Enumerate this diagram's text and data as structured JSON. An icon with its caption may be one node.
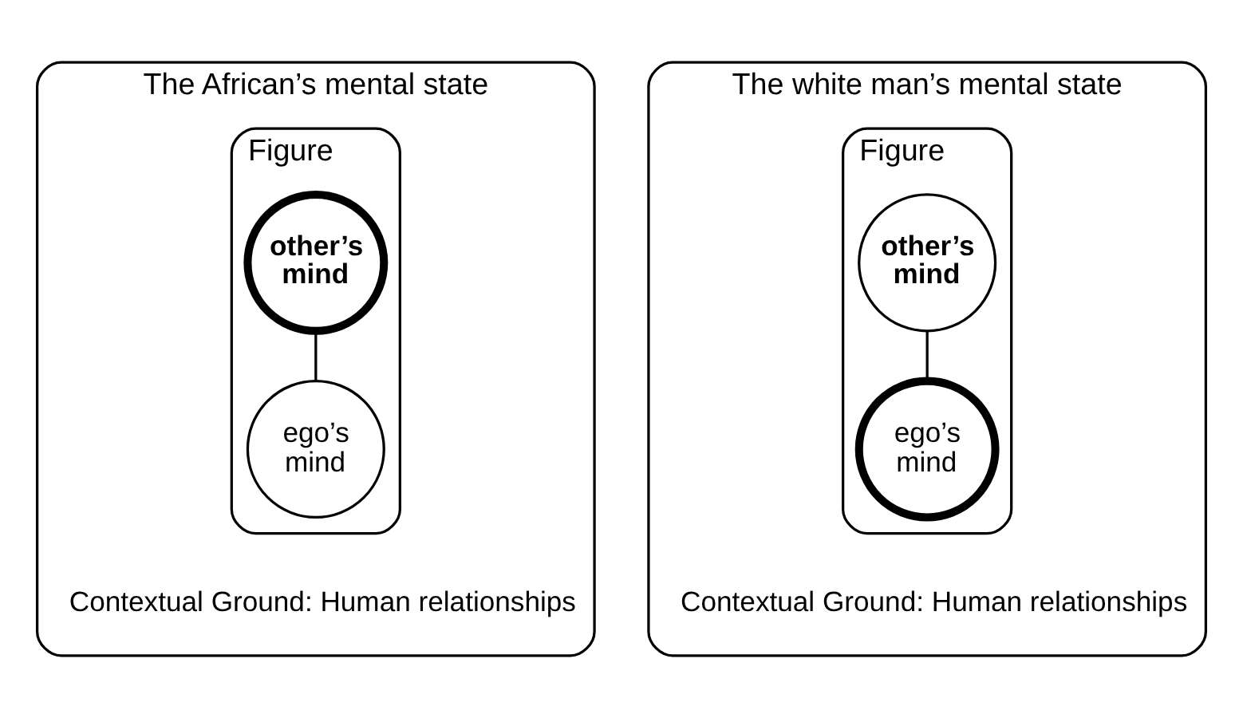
{
  "diagram": {
    "nodes": [
      {
        "text": [
          "The African’s mental state",
          "Contextual Ground: Human relationships"
        ]
      },
      {
        "text": [
          "Figure"
        ],
        "in": 0
      },
      {
        "text": [
          "other’s mind"
        ],
        "in": 1
      },
      {
        "text": [
          "ego’s mind"
        ],
        "in": 1
      },
      {
        "text": [
          "The white man’s mental state",
          "Contextual Ground: Human relationships"
        ]
      },
      {
        "text": [
          "Figure"
        ],
        "in": 4
      },
      {
        "text": [
          "other’s mind"
        ],
        "in": 5
      },
      {
        "text": [
          "ego’s mind"
        ],
        "in": 5
      }
    ],
    "edges": [
      {
        "from": 2,
        "to": 3,
        "arrow": "none"
      },
      {
        "from": 6,
        "to": 7,
        "arrow": "none"
      }
    ]
  }
}
